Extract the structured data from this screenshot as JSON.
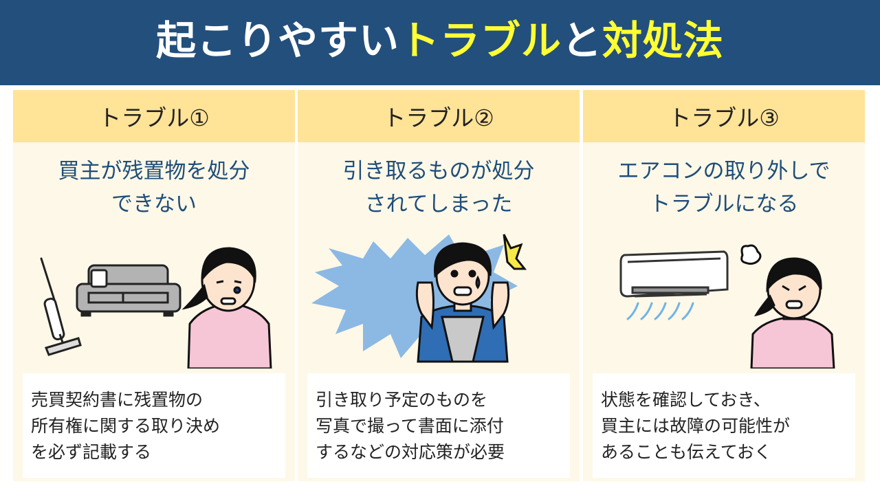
{
  "banner": {
    "title_part1": "起こりやすい",
    "title_part2": "トラブル",
    "title_part3": "と",
    "title_part4": "対処法"
  },
  "colors": {
    "banner_bg": "#234f7c",
    "title_highlight": "#ffff33",
    "column_header_bg": "#ffe397",
    "column_bg": "#fef8e8",
    "subtitle_text": "#1f4e79"
  },
  "troubles": [
    {
      "header": "トラブル①",
      "title_line1": "買主が残置物を処分",
      "title_line2": "できない",
      "illustration": "vacuum-sofa-crying-woman",
      "solution": "売買契約書に残置物の\n所有権に関する取り決め\nを必ず記載する"
    },
    {
      "header": "トラブル②",
      "title_line1": "引き取るものが処分",
      "title_line2": "されてしまった",
      "illustration": "shocked-man",
      "solution": "引き取り予定のものを\n写真で撮って書面に添付\nするなどの対応策が必要"
    },
    {
      "header": "トラブル③",
      "title_line1": "エアコンの取り外しで",
      "title_line2": "トラブルになる",
      "illustration": "air-conditioner-angry-woman",
      "solution": "状態を確認しておき、\n買主には故障の可能性が\nあることも伝えておく"
    }
  ]
}
